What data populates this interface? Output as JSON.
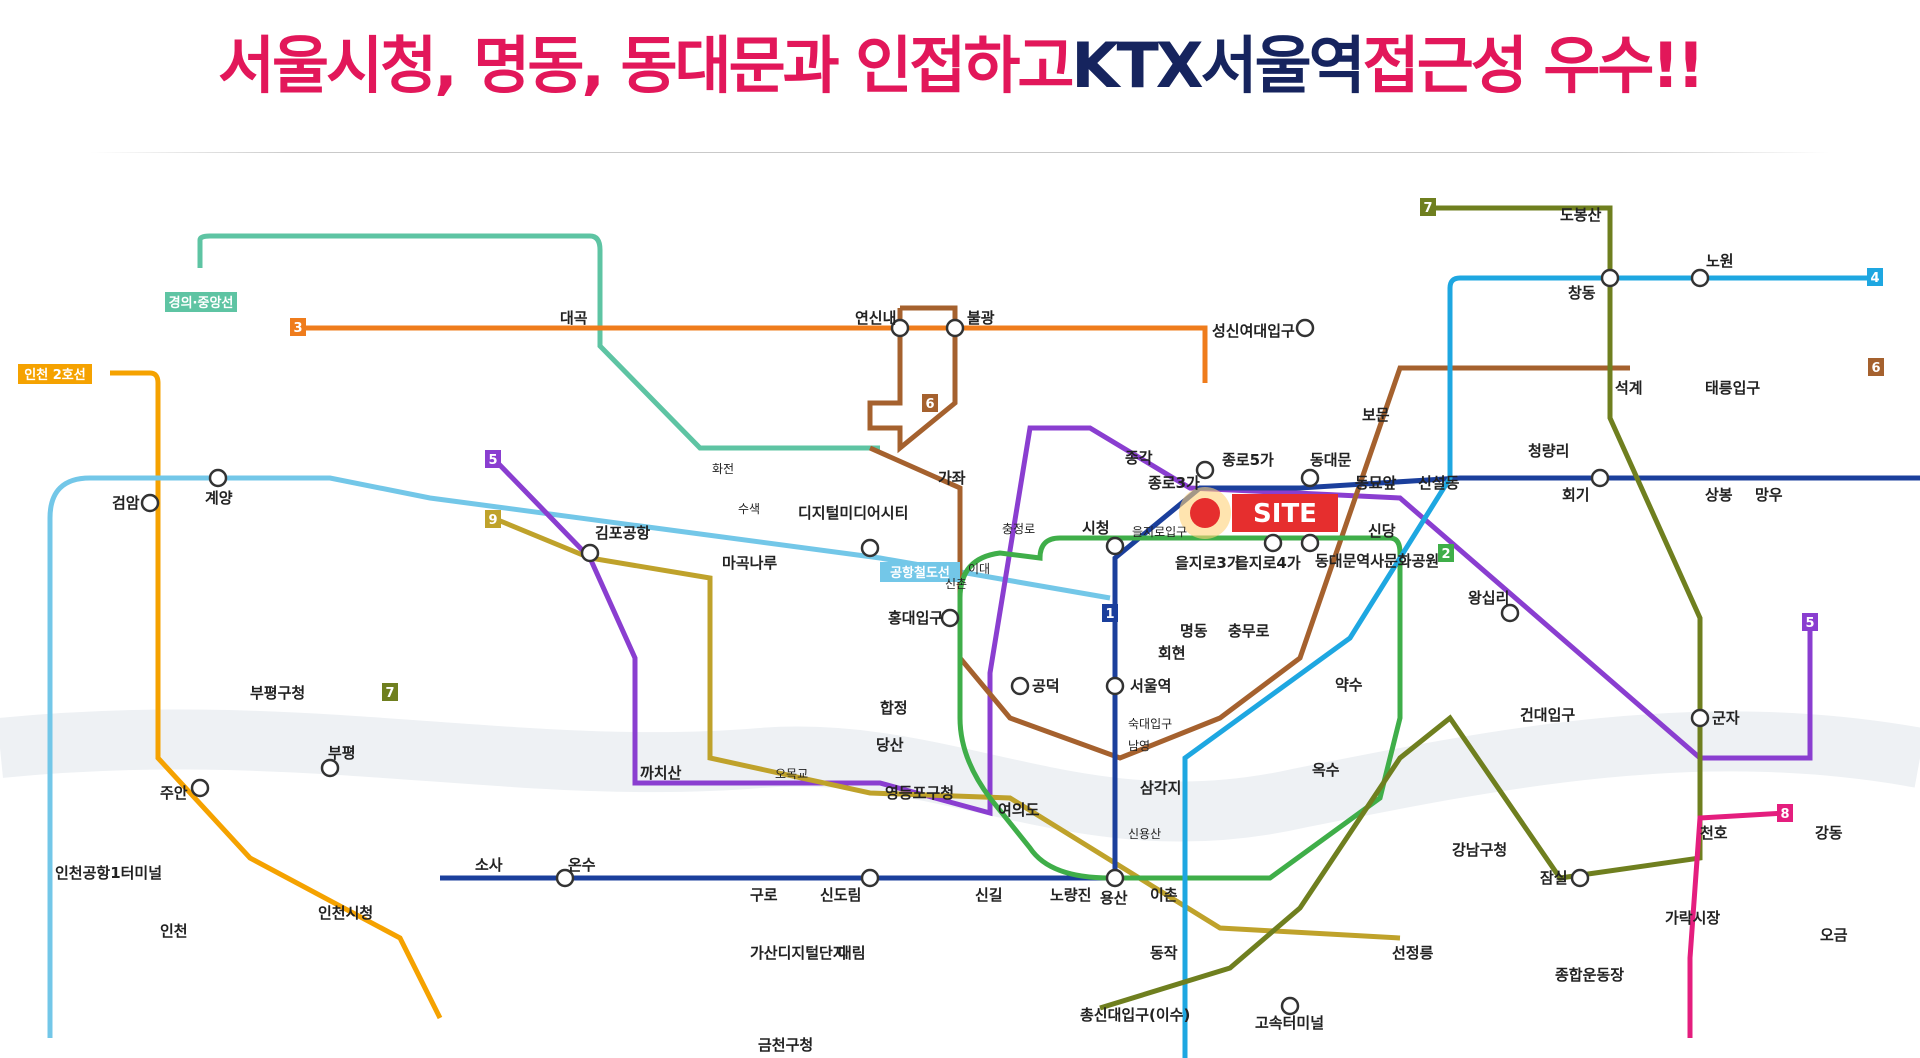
{
  "headline": {
    "part1": "서울시청, 명동, 동대문과 인접하고 ",
    "part2": "KTX서울역",
    "part3": " 접근성 우수!!"
  },
  "colors": {
    "line1": "#1b3f9c",
    "line2": "#3fae49",
    "line3": "#ef7c1c",
    "line4": "#1ea7e1",
    "line5": "#8a3ed0",
    "line6": "#a5612e",
    "line7": "#6f7f1f",
    "line8": "#e41e7e",
    "line9": "#bfa22b",
    "gyeongui": "#5ec4a3",
    "airport": "#73c7e8",
    "incheon2": "#f5a200",
    "sinbundang": "#c8102e",
    "site": "#e62e2e"
  },
  "map": {
    "site_label": "SITE",
    "badges": {
      "gyeongui": "경의·중앙선",
      "incheon2": "인천 2호선",
      "airport": "공항철도선",
      "line1": "1",
      "line2": "2",
      "line3": "3",
      "line4": "4",
      "line5": "5",
      "line6": "6",
      "line7": "7",
      "line8": "8",
      "line9": "9"
    },
    "stations": {
      "seoul": "서울역",
      "cityhall": "시청",
      "euljiro3": "을지로3가",
      "euljiro4": "을지로4가",
      "euljiroipgu": "을지로입구",
      "jongno3": "종로3가",
      "jongno5": "종로5가",
      "jonggak": "종각",
      "dongdaemun": "동대문",
      "ddp": "동대문역사문화공원",
      "chungmuro": "충무로",
      "myeongdong": "명동",
      "hoehyeon": "회현",
      "sindang": "신당",
      "dongmyo": "동묘앞",
      "sinseol": "신설동",
      "yongsan": "용산",
      "gongdeok": "공덕",
      "hongik": "홍대입구",
      "hapjeong": "합정",
      "dangsan": "당산",
      "yeongdeungpo": "영등포구청",
      "yeouido": "여의도",
      "noryangjin": "노량진",
      "ichon": "이촌",
      "samgakji": "삼각지",
      "oksu": "옥수",
      "yaksu": "약수",
      "wangsimni": "왕십리",
      "konkuk": "건대입구",
      "gangnamgu": "강남구청",
      "jamsil": "잠실",
      "express": "고속터미널",
      "dongjak": "동작",
      "sindorim": "신도림",
      "guro": "구로",
      "gimpo": "김포공항",
      "mangwon": "마곡나루",
      "dmc": "디지털미디어시티",
      "bulgwang": "불광",
      "yeonsinnae": "연신내",
      "daegok": "대곡",
      "gajwa": "가좌",
      "seongsin": "성신여대입구",
      "boomun": "보문",
      "cheongnyangni": "청량리",
      "hoegi": "회기",
      "sangbong": "상봉",
      "mangu": "망우",
      "taereung": "태릉입구",
      "nowon": "노원",
      "changdong": "창동",
      "dobong": "도봉산",
      "seokgye": "석계",
      "gunja": "군자",
      "cheonho": "천호",
      "gangdong": "강동",
      "ogeum": "오금",
      "garak": "가락시장",
      "sports": "종합운동장",
      "seonjeong": "선정릉",
      "chongsin": "총신대입구(이수)",
      "sillim": "신길",
      "gasan": "가산디지털단지",
      "geumcheon": "금천구청",
      "daerim": "대림",
      "kkachisan": "까치산",
      "omokgyo": "오목교",
      "onsu": "온수",
      "sosa": "소사",
      "bupyeong": "부평",
      "bupyeonggu": "부평구청",
      "juan": "주안",
      "incheon": "인천",
      "incheoncity": "인천시청",
      "airportT1": "인천공항1터미널",
      "geomam": "검암",
      "gyeyang": "계양",
      "hwajeon": "화전",
      "sangam": "수색",
      "chungjeongno": "충정로",
      "sinchon": "신촌",
      "ewha": "이대",
      "sinyongsan": "신용산",
      "sookmyung": "숙대입구",
      "namyeong": "남영",
      "dongdaemun_hist": "동대문역사문화공원"
    }
  }
}
